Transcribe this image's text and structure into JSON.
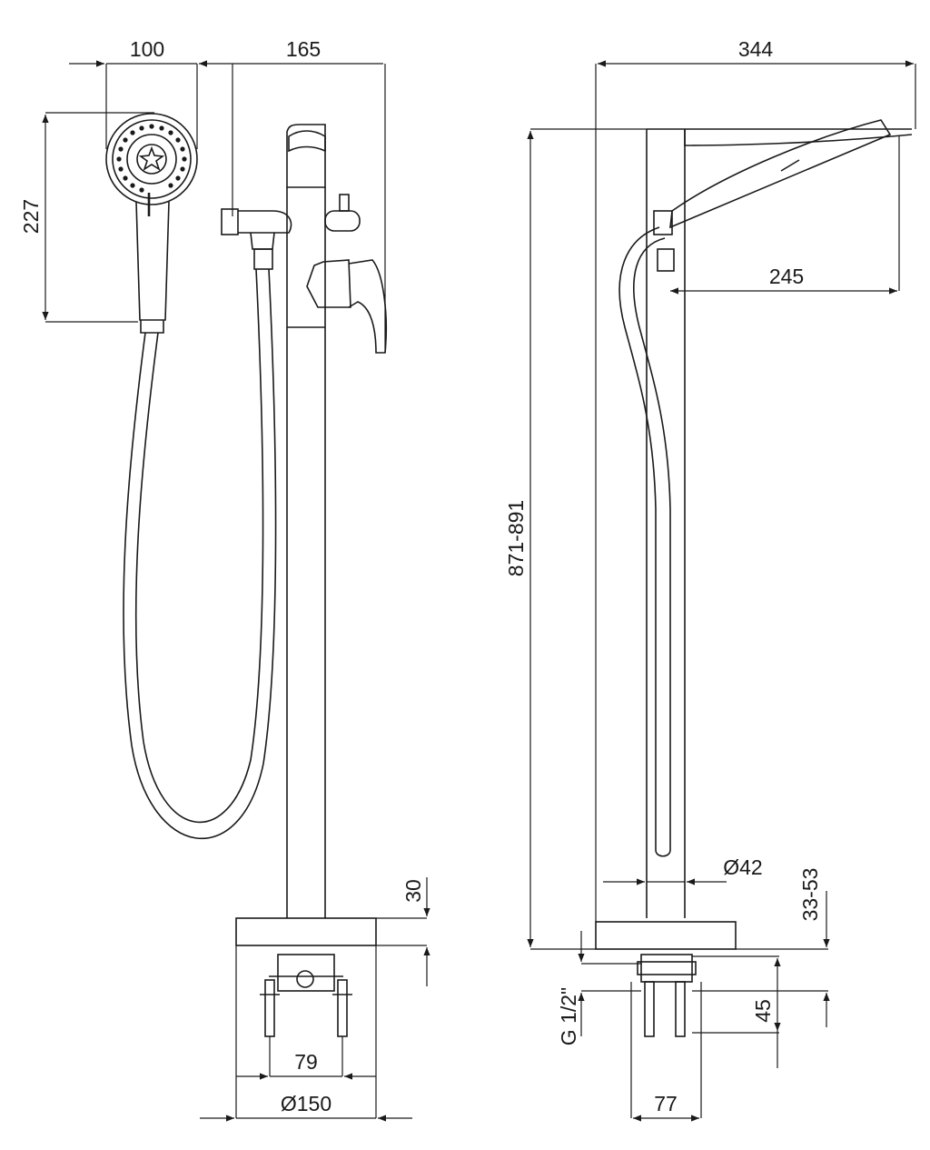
{
  "dimensions": {
    "head_width": "100",
    "outlet_offset": "165",
    "head_height": "227",
    "base_thickness": "30",
    "connection_spacing": "79",
    "base_diameter": "Ø150",
    "overall_depth": "344",
    "spout_reach": "245",
    "overall_height": "871-891",
    "column_diameter": "Ø42",
    "floor_gap": "33-53",
    "thread": "G 1/2\"",
    "box_height": "45",
    "box_width": "77"
  },
  "colors": {
    "line": "#1a1a1a",
    "background": "#ffffff"
  }
}
